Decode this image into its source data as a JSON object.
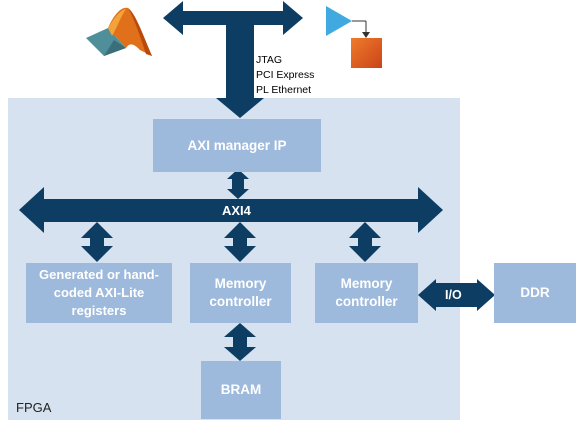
{
  "diagram": {
    "region_label": "FPGA",
    "interfaces": [
      "JTAG",
      "PCI Express",
      "PL Ethernet"
    ],
    "blocks": {
      "axi_manager": "AXI manager IP",
      "axi_lite": "Generated or hand-coded AXI-Lite registers",
      "memory_controller_1": "Memory controller",
      "memory_controller_2": "Memory controller",
      "ddr": "DDR",
      "bram": "BRAM"
    },
    "bus_label": "AXI4",
    "io_label": "I/O",
    "icons": {
      "host": "matlab-logo-icon",
      "model": "simulink-block-icon"
    }
  },
  "colors": {
    "fpga_background": "#d6e2f0",
    "block_fill": "#9db9db",
    "arrow_navy": "#0e3d64",
    "block_text": "#ffffff"
  }
}
